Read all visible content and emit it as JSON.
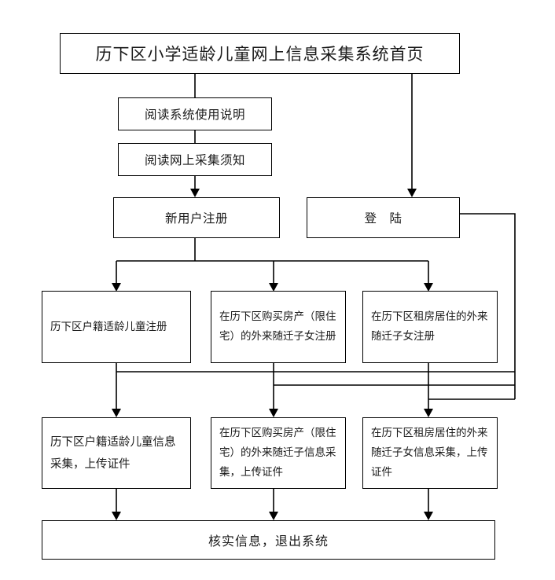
{
  "diagram": {
    "title_node": {
      "label": "历下区小学适龄儿童网上信息采集系统首页"
    },
    "steps": [
      {
        "id": "read-instructions",
        "label": "阅读系统使用说明"
      },
      {
        "id": "read-notice",
        "label": "阅读网上采集须知"
      }
    ],
    "accounts": [
      {
        "id": "new-user-register",
        "label": "新用户注册"
      },
      {
        "id": "login",
        "label": "登　陆"
      }
    ],
    "registration": [
      {
        "id": "hukou-register",
        "label": "历下区户籍适龄儿童注册"
      },
      {
        "id": "property-register",
        "label": "在历下区购买房产（限住宅）的外来随迁子女注册"
      },
      {
        "id": "rental-register",
        "label": "在历下区租房居住的外来随迁子女注册"
      }
    ],
    "collection": [
      {
        "id": "hukou-collect",
        "label": "历下区户籍适龄儿童信息采集，上传证件"
      },
      {
        "id": "property-collect",
        "label": "在历下区购买房产（限住宅）的外来随迁子信息采集，上传证件"
      },
      {
        "id": "rental-collect",
        "label": "在历下区租房居住的外来随迁子女信息采集，上传证件"
      }
    ],
    "bottom_node": {
      "label": "核实信息，退出系统"
    },
    "colors": {
      "line": "#000000",
      "box_border": "#000000",
      "background": "#ffffff",
      "text": "#1a1a1a"
    }
  }
}
